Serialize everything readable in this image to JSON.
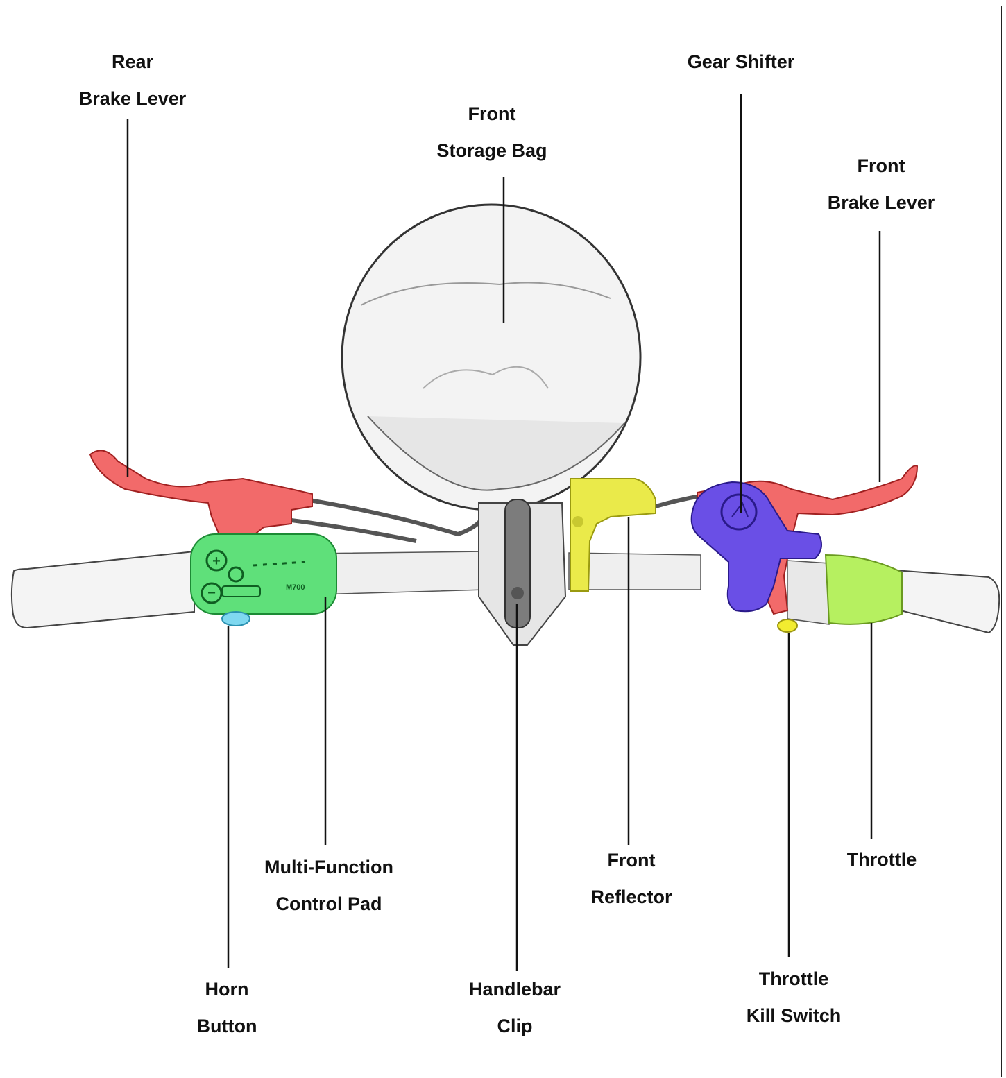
{
  "colors": {
    "brake_lever": "#f26a6a",
    "control_pad": "#5fe07a",
    "horn_button": "#7fd8f0",
    "handlebar_clip": "#7c7c7c",
    "front_reflector": "#eaea4a",
    "gear_shifter": "#6a4fe6",
    "throttle": "#b6f060",
    "kill_switch": "#f2ec30"
  },
  "labels": {
    "rear_brake_lever": [
      "Rear",
      "Brake Lever"
    ],
    "front_storage_bag": [
      "Front",
      "Storage Bag"
    ],
    "gear_shifter": [
      "Gear Shifter"
    ],
    "front_brake_lever": [
      "Front",
      "Brake Lever"
    ],
    "multi_function_control_pad": [
      "Multi-Function",
      "Control Pad"
    ],
    "front_reflector": [
      "Front",
      "Reflector"
    ],
    "throttle": [
      "Throttle"
    ],
    "horn_button": [
      "Horn",
      "Button"
    ],
    "handlebar_clip": [
      "Handlebar",
      "Clip"
    ],
    "throttle_kill_switch": [
      "Throttle",
      "Kill Switch"
    ]
  },
  "control_pad_text": "M700"
}
